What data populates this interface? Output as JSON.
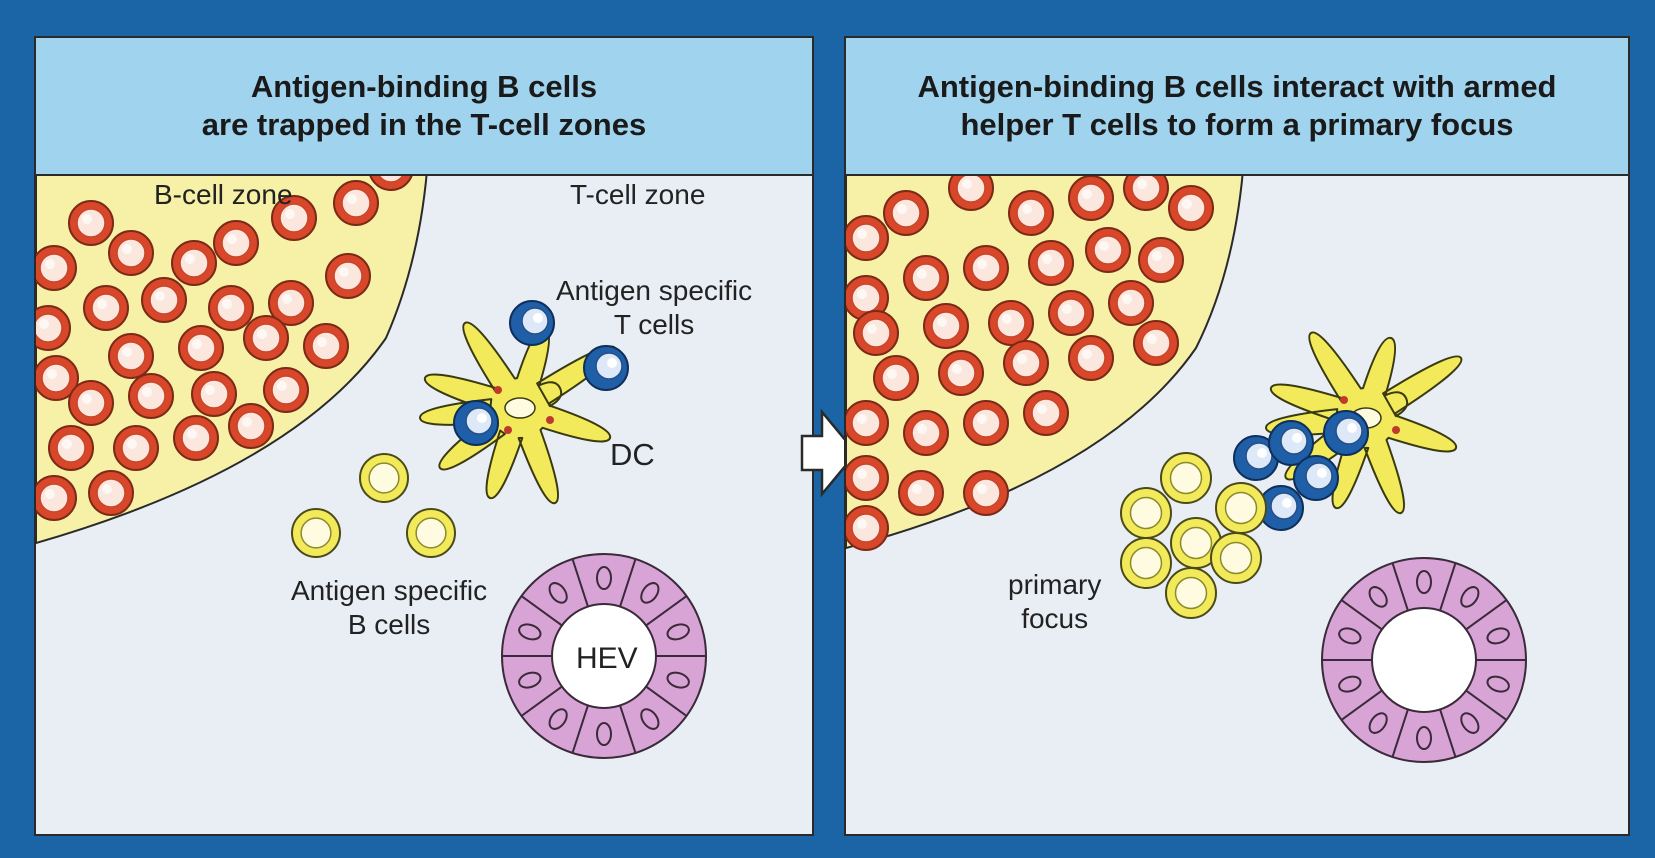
{
  "left_panel": {
    "title_line1": "Antigen-binding B cells",
    "title_line2": "are trapped in the T-cell zones",
    "labels": {
      "b_cell_zone": "B-cell zone",
      "t_cell_zone": "T-cell zone",
      "antigen_specific_t_cells_line1": "Antigen specific",
      "antigen_specific_t_cells_line2": "T cells",
      "dc": "DC",
      "antigen_specific_b_cells_line1": "Antigen specific",
      "antigen_specific_b_cells_line2": "B cells",
      "hev": "HEV"
    }
  },
  "right_panel": {
    "title_line1": "Antigen-binding B cells interact with armed",
    "title_line2": "helper T cells to form a primary focus",
    "labels": {
      "primary_focus_line1": "primary",
      "primary_focus_line2": "focus"
    }
  },
  "colors": {
    "background": "#1b64a6",
    "panel_bg": "#e9eef5",
    "header_bg": "#9fd3ee",
    "b_cell_zone": "#f6f1a6",
    "resting_b_cell": "#d9472a",
    "antigen_b_cell": "#f2ea5a",
    "t_cell": "#1f5fa8",
    "dendritic_cell": "#f2ea5a",
    "hev": "#d8a4d6"
  }
}
